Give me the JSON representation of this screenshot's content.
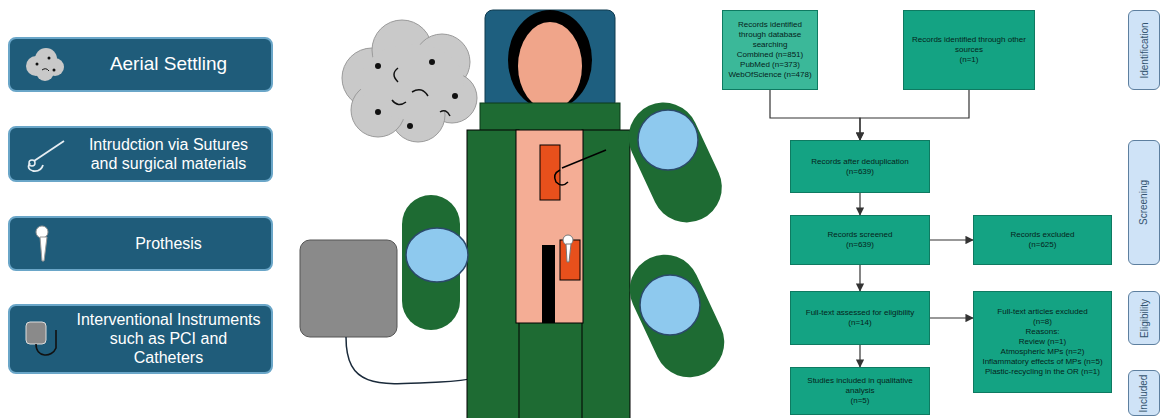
{
  "diagram": {
    "nodes": [
      {
        "text": [
          "Aerial Settling"
        ]
      },
      {
        "text": [
          "Intrudction via Sutures and surgical materials"
        ]
      },
      {
        "text": [
          "Prothesis"
        ]
      },
      {
        "text": [
          "Interventional Instruments such as PCI and Catheters"
        ]
      },
      {
        "text": [
          "Records identified through database searching",
          "Combined (n=851)",
          "PubMed (n=373)",
          "WebOfScience (n=478)"
        ]
      },
      {
        "text": [
          "Records identified through other sources",
          "(n=1)"
        ]
      },
      {
        "text": [
          "Records after deduplication",
          "(n=639)"
        ]
      },
      {
        "text": [
          "Records screened",
          "(n=639)"
        ]
      },
      {
        "text": [
          "Records excluded",
          "(n=625)"
        ]
      },
      {
        "text": [
          "Full-text assessed for eligibility",
          "(n=14)"
        ]
      },
      {
        "text": [
          "Full-text articles excluded",
          "(n=8)",
          "Reasons:",
          "Review (n=1)",
          "Atmospheric MPs (n=2)",
          "Inflammatory effects of MPs (n=5)",
          "Plastic-recycling in the OR (n=1)"
        ]
      },
      {
        "text": [
          "Studies included in qualitative analysis",
          "(n=5)"
        ]
      },
      {
        "text": [
          "Identification"
        ]
      },
      {
        "text": [
          "Screening"
        ]
      },
      {
        "text": [
          "Eligibility"
        ]
      },
      {
        "text": [
          "Included"
        ]
      }
    ],
    "edges": [
      {
        "from": 4,
        "to": 6,
        "arrow": "to"
      },
      {
        "from": 5,
        "to": 6,
        "arrow": "to"
      },
      {
        "from": 6,
        "to": 7,
        "arrow": "to"
      },
      {
        "from": 7,
        "to": 8,
        "arrow": "to"
      },
      {
        "from": 7,
        "to": 9,
        "arrow": "to"
      },
      {
        "from": 9,
        "to": 10,
        "arrow": "to"
      },
      {
        "from": 9,
        "to": 11,
        "arrow": "to"
      }
    ]
  }
}
